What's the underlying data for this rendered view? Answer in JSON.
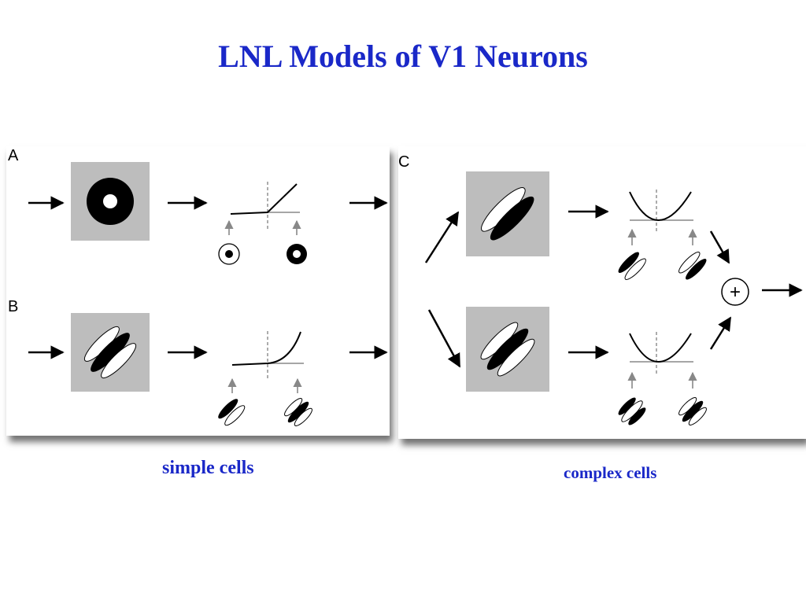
{
  "slide": {
    "title": "LNL Models of V1 Neurons",
    "caption_simple": "simple cells",
    "caption_complex": "complex cells"
  },
  "panels": {
    "a_label": "A",
    "b_label": "B",
    "c_label": "C",
    "sum_symbol": "+"
  },
  "colors": {
    "title": "#1a28c8",
    "filter_background": "#bdbdbd",
    "ink": "#000000",
    "threshold_line": "#888888"
  }
}
